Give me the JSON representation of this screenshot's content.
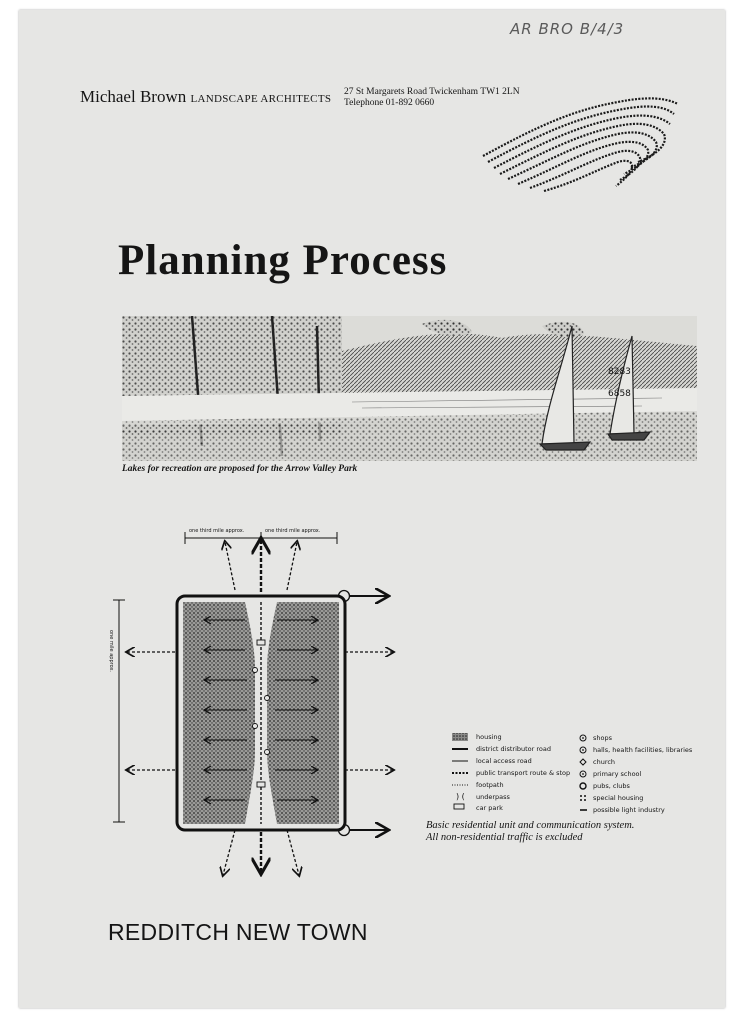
{
  "archive_ref": "AR BRO B/4/3",
  "header": {
    "firm_name": "Michael Brown",
    "firm_sub": "LANDSCAPE ARCHITECTS",
    "address_line1": "27 St Margarets Road  Twickenham TW1 2LN",
    "address_line2": "Telephone 01-892 0660"
  },
  "title": "Planning Process",
  "photo": {
    "caption": "Lakes for recreation are proposed for the Arrow Valley Park",
    "sail_numbers": [
      "8283",
      "6858"
    ]
  },
  "diagram": {
    "top_dim_left": "one third mile approx.",
    "top_dim_right": "one third mile approx.",
    "side_dim": "one mile approx."
  },
  "legend": {
    "left": [
      {
        "symbol": "housing-swatch",
        "label": "housing"
      },
      {
        "symbol": "thick-line",
        "label": "district distributor road"
      },
      {
        "symbol": "thin-line",
        "label": "local access road"
      },
      {
        "symbol": "dotted-stop",
        "label": "public transport route & stop"
      },
      {
        "symbol": "dotted-line",
        "label": "footpath"
      },
      {
        "symbol": "brackets",
        "label": "underpass"
      },
      {
        "symbol": "rect",
        "label": "car park"
      }
    ],
    "right": [
      {
        "symbol": "circle-dot",
        "label": "shops"
      },
      {
        "symbol": "circle-dot",
        "label": "halls, health facilities, libraries"
      },
      {
        "symbol": "diamond",
        "label": "church"
      },
      {
        "symbol": "circle-dot",
        "label": "primary school"
      },
      {
        "symbol": "circle",
        "label": "pubs, clubs"
      },
      {
        "symbol": "dots",
        "label": "special housing"
      },
      {
        "symbol": "dash",
        "label": "possible light industry"
      }
    ]
  },
  "legend_caption_1": "Basic residential unit and communication system.",
  "legend_caption_2": "All non-residential traffic is excluded",
  "footer": "REDDITCH NEW TOWN"
}
